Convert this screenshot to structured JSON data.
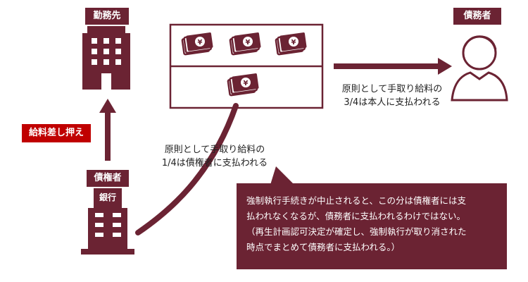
{
  "labels": {
    "employer": "勤務先",
    "debtor": "債務者",
    "creditor": "債権者",
    "bank": "銀行",
    "seizure": "給料差し押え"
  },
  "flows": {
    "three_quarters_line1": "原則として手取り給料の",
    "three_quarters_line2": "3/4は本人に支払われる",
    "one_quarter_line1": "原則として手取り給料の",
    "one_quarter_line2": "1/4は債権者に支払われる"
  },
  "note": {
    "line1": "強制執行手続きが中止されると、この分は債権者には支",
    "line2": "払われなくなるが、債務者に支払われるわけではない。",
    "line3": "（再生計画認可決定が確定し、強制執行が取り消された",
    "line4": "時点でまとめて債務者に支払われる。）"
  },
  "colors": {
    "accent": "#6b2333",
    "seizure": "#c00000"
  },
  "icons": [
    "office-building-icon",
    "bank-building-icon",
    "person-icon",
    "banknote-icon"
  ]
}
